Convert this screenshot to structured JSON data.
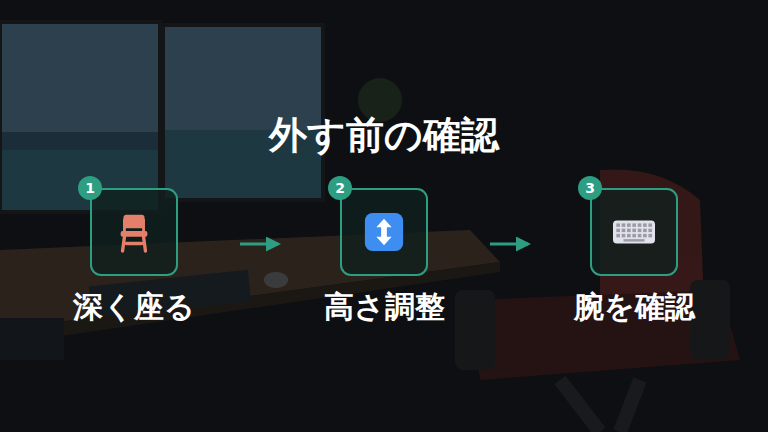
{
  "diagram": {
    "title": "外す前の確認",
    "nodes": [
      {
        "text": [
          "深く座る"
        ]
      },
      {
        "text": [
          "高さ調整"
        ]
      },
      {
        "text": [
          "腕を確認"
        ]
      }
    ],
    "edges": [
      {
        "from": 0,
        "to": 1,
        "arrow": "to"
      },
      {
        "from": 1,
        "to": 2,
        "arrow": "to"
      }
    ],
    "labels": [
      "1",
      "2",
      "3"
    ]
  }
}
